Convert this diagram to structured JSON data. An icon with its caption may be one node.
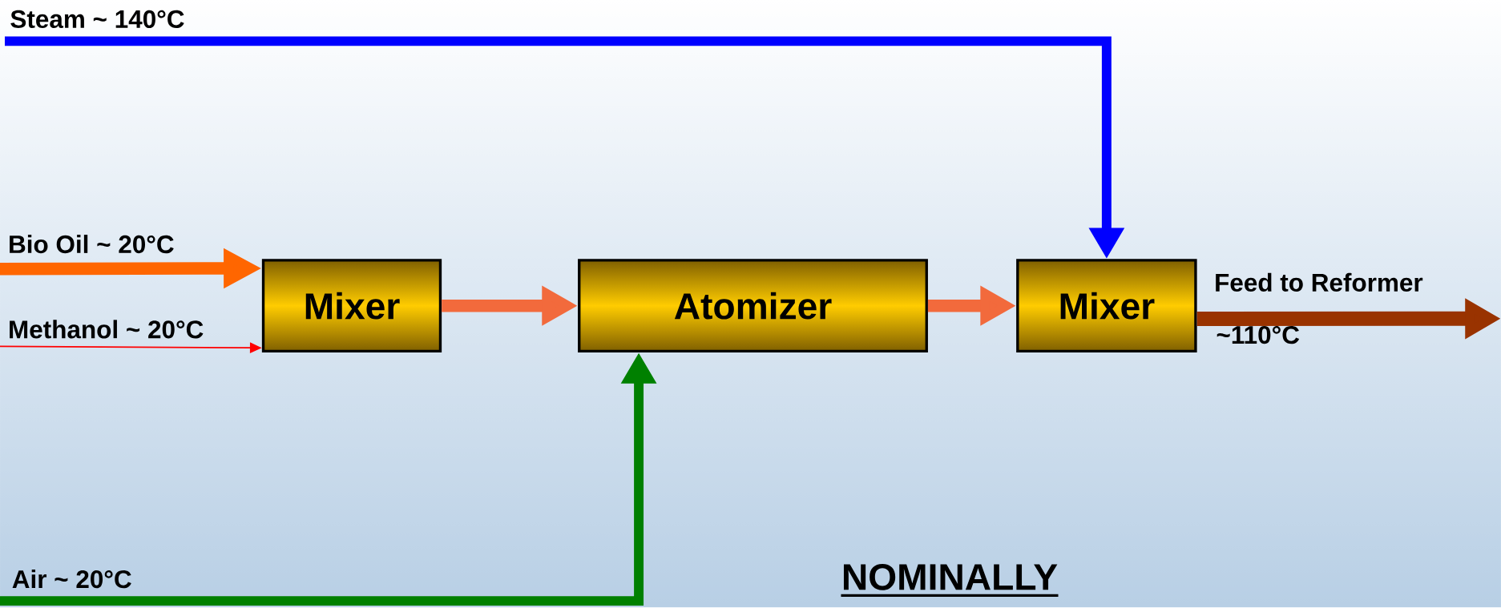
{
  "diagram": {
    "nodes": [
      {
        "text": [
          "Mixer"
        ]
      },
      {
        "text": [
          "Atomizer"
        ]
      },
      {
        "text": [
          "Mixer"
        ]
      }
    ],
    "edges": [
      {
        "from": null,
        "to": 0,
        "arrow": "to",
        "label": "Bio Oil ~ 20°C",
        "color": "#ff6600"
      },
      {
        "from": null,
        "to": 0,
        "arrow": "to",
        "label": "Methanol ~ 20°C",
        "color": "#ff0000"
      },
      {
        "from": 0,
        "to": 1,
        "arrow": "to",
        "color": "#f26a3c"
      },
      {
        "from": 1,
        "to": 2,
        "arrow": "to",
        "color": "#f26a3c"
      },
      {
        "from": null,
        "to": 2,
        "arrow": "to",
        "label": "Steam ~ 140°C",
        "color": "#0000ff"
      },
      {
        "from": null,
        "to": 1,
        "arrow": "to",
        "label": "Air ~ 20°C",
        "color": "#008000"
      },
      {
        "from": 2,
        "to": null,
        "arrow": "to",
        "label": "Feed to Reformer",
        "color": "#993300"
      }
    ],
    "labels": [
      "~110°C",
      "NOMINALLY"
    ]
  }
}
